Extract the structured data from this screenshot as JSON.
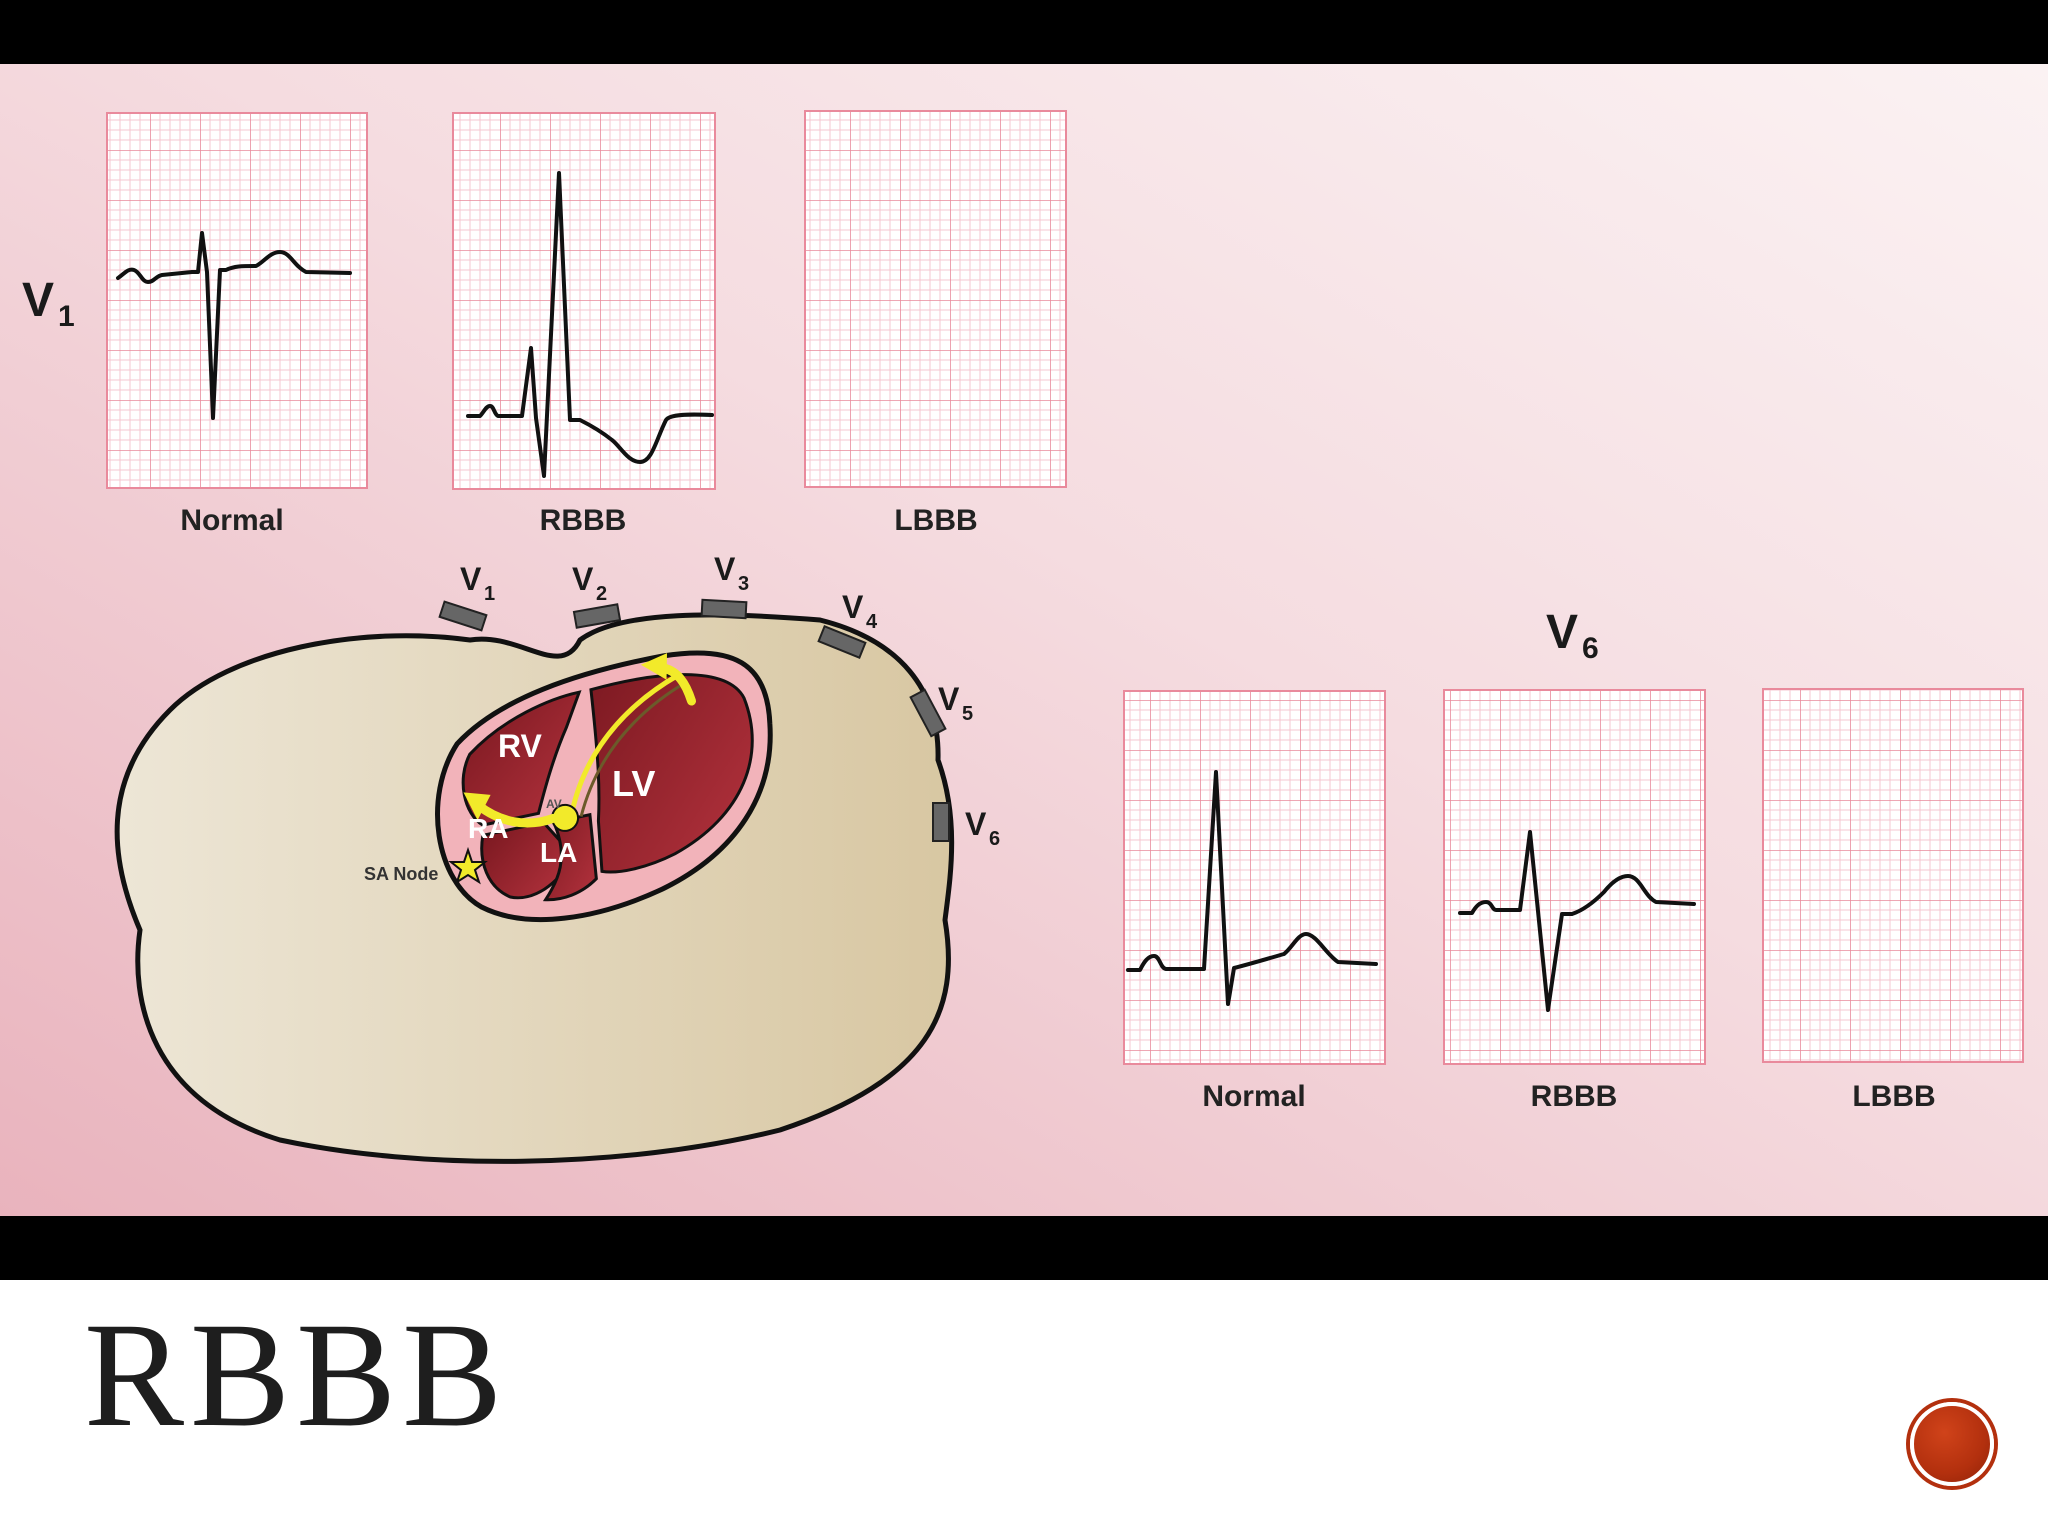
{
  "slide": {
    "title": "RBBB"
  },
  "ecg_top": {
    "lead_letter": "V",
    "lead_number": "1",
    "panels": [
      {
        "label": "Normal"
      },
      {
        "label": "RBBB"
      },
      {
        "label": "LBBB"
      }
    ]
  },
  "ecg_bottom": {
    "lead_letter": "V",
    "lead_number": "6",
    "panels": [
      {
        "label": "Normal"
      },
      {
        "label": "RBBB"
      },
      {
        "label": "LBBB"
      }
    ]
  },
  "diagram": {
    "electrodes": [
      {
        "letter": "V",
        "number": "1"
      },
      {
        "letter": "V",
        "number": "2"
      },
      {
        "letter": "V",
        "number": "3"
      },
      {
        "letter": "V",
        "number": "4"
      },
      {
        "letter": "V",
        "number": "5"
      },
      {
        "letter": "V",
        "number": "6"
      }
    ],
    "chambers": {
      "rv": "RV",
      "lv": "LV",
      "ra": "RA",
      "la": "LA",
      "av": "AV"
    },
    "sa_node_label": "SA Node"
  },
  "colors": {
    "grid_major": "#e98a9c",
    "grid_minor": "#f5c7d0",
    "heart_muscle": "#8a1e25",
    "pericardium": "#f2b3ba",
    "chest": "#e6dcc5",
    "conduction": "#f2ea2a",
    "accent_button": "#b3300e"
  }
}
